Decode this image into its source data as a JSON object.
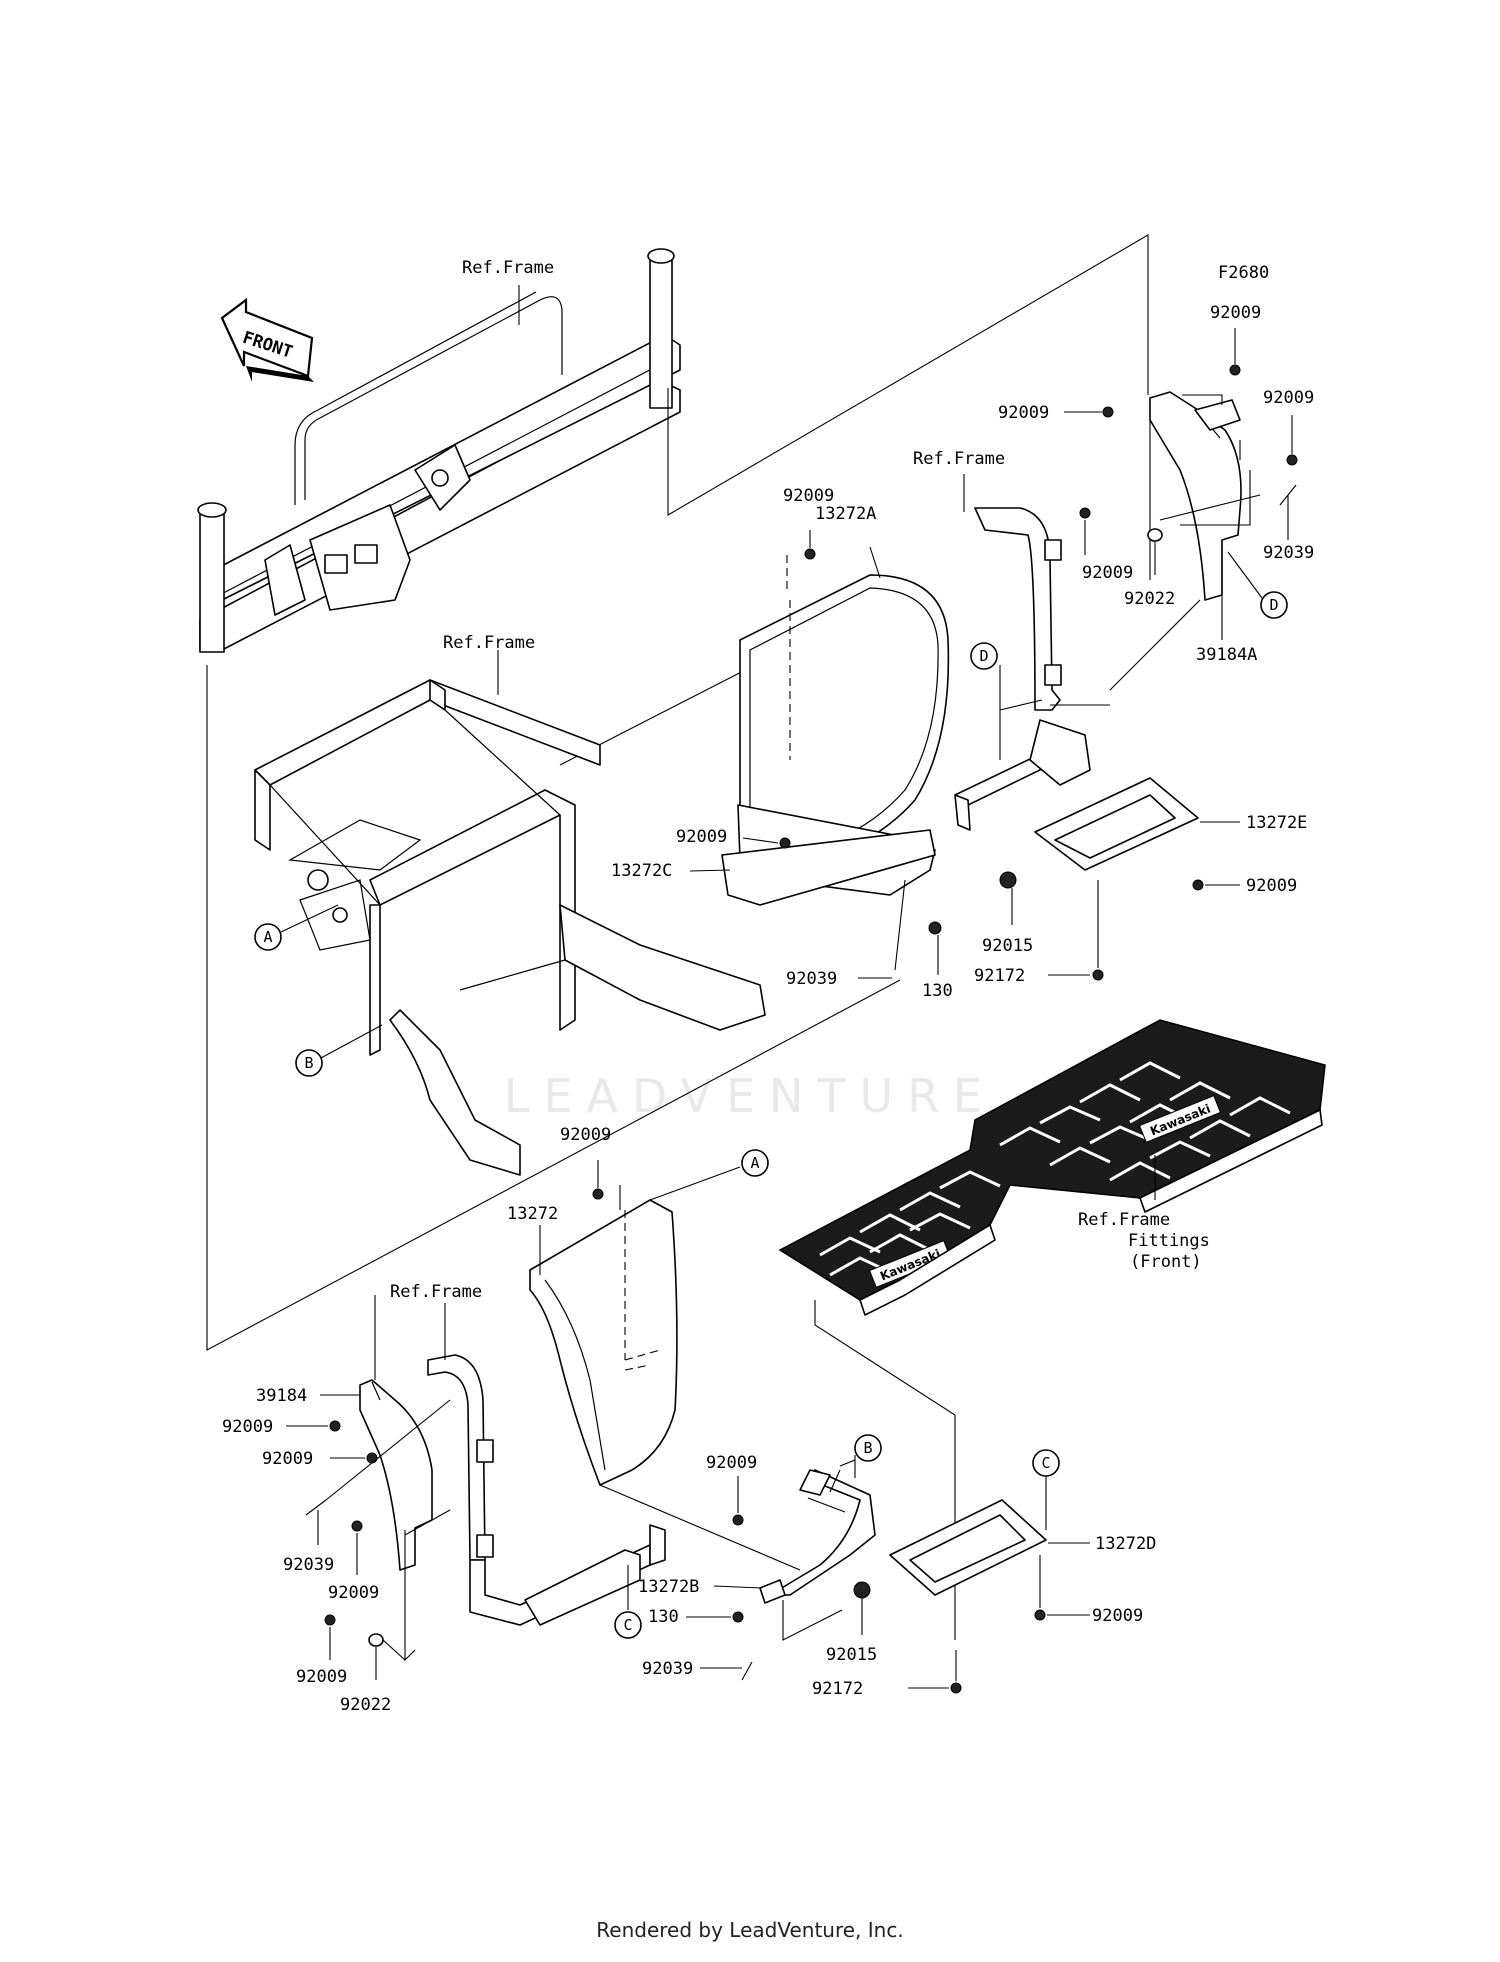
{
  "diagram_id": "F2680",
  "front_arrow": "FRONT",
  "watermark": "LEADVENTURE",
  "footer": "Rendered by LeadVenture, Inc.",
  "mat_brand": "Kawasaki",
  "callouts": {
    "a_left": "A",
    "a_lower": "A",
    "b_left": "B",
    "b_lower": "B",
    "c_left": "C",
    "c_right": "C",
    "d_left": "D",
    "d_right": "D"
  },
  "labels": {
    "ref_frame_top": "Ref.Frame",
    "ref_frame_mid": "Ref.Frame",
    "ref_frame_right": "Ref.Frame",
    "ref_frame_lower": "Ref.Frame",
    "ref_frame_fittings": [
      "Ref.Frame",
      "Fittings",
      "(Front)"
    ],
    "p92009_a": "92009",
    "p92009_b": "92009",
    "p92009_c": "92009",
    "p92039_a": "92039",
    "p92009_d": "92009",
    "p92022_a": "92022",
    "p39184a": "39184A",
    "p92009_e": "92009",
    "p13272a": "13272A",
    "p92009_f": "92009",
    "p13272c": "13272C",
    "p92039_b": "92039",
    "p130_a": "130",
    "p92015_a": "92015",
    "p92172_a": "92172",
    "p13272e": "13272E",
    "p92009_g": "92009",
    "p92009_h": "92009",
    "p13272": "13272",
    "p39184": "39184",
    "p92009_i": "92009",
    "p92009_j": "92009",
    "p92039_c": "92039",
    "p92009_k": "92009",
    "p92009_l": "92009",
    "p92022_b": "92022",
    "p92009_m": "92009",
    "p13272b": "13272B",
    "p130_b": "130",
    "p92039_d": "92039",
    "p92015_b": "92015",
    "p92172_b": "92172",
    "p13272d": "13272D",
    "p92009_n": "92009"
  }
}
